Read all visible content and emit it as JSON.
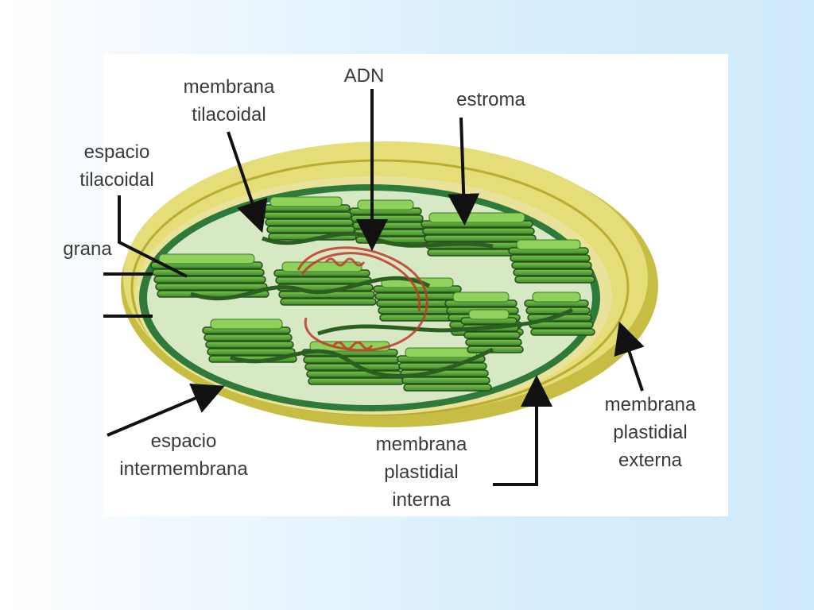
{
  "labels": {
    "membrana_tilacoidal": [
      "membrana",
      "tilacoidal"
    ],
    "adn": "ADN",
    "estroma": "estroma",
    "espacio_tilacoidal": [
      "espacio",
      "tilacoidal"
    ],
    "grana": "grana",
    "espacio_intermembrana": [
      "espacio",
      "intermembrana"
    ],
    "membrana_plastidial_interna": [
      "membrana",
      "plastidial",
      "interna"
    ],
    "membrana_plastidial_externa": [
      "membrana",
      "plastidial",
      "externa"
    ]
  },
  "colors": {
    "background_left": "#ffffff",
    "background_right": "#cfeafb",
    "outer_membrane": "#e4dd78",
    "outer_membrane_edge": "#b9ac33",
    "inner_membrane": "#2f7a3a",
    "stroma": "#d6e8c4",
    "thylakoid": "#5aaa38",
    "thylakoid_dark": "#2c5e22",
    "dna": "#c0392b",
    "arrow": "#111111",
    "label_text": "#3a3a3a"
  }
}
